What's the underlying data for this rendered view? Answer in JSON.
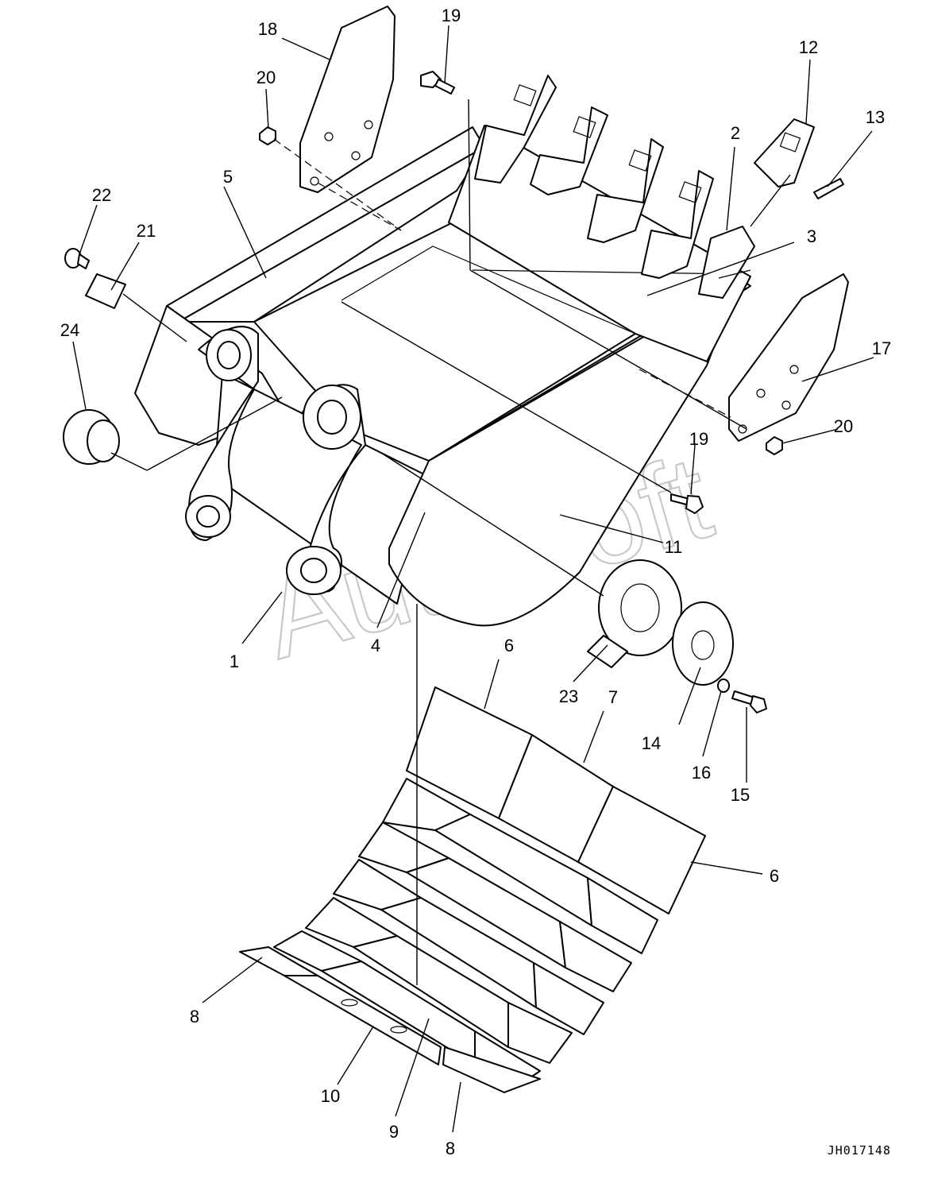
{
  "drawing": {
    "number": "JH017148",
    "watermark": "AutoSoft"
  },
  "callouts": [
    {
      "id": "c1",
      "label": "1"
    },
    {
      "id": "c2",
      "label": "2"
    },
    {
      "id": "c3",
      "label": "3"
    },
    {
      "id": "c4",
      "label": "4"
    },
    {
      "id": "c5",
      "label": "5"
    },
    {
      "id": "c6a",
      "label": "6"
    },
    {
      "id": "c6b",
      "label": "6"
    },
    {
      "id": "c7",
      "label": "7"
    },
    {
      "id": "c8a",
      "label": "8"
    },
    {
      "id": "c8b",
      "label": "8"
    },
    {
      "id": "c9",
      "label": "9"
    },
    {
      "id": "c10",
      "label": "10"
    },
    {
      "id": "c11",
      "label": "11"
    },
    {
      "id": "c12",
      "label": "12"
    },
    {
      "id": "c13",
      "label": "13"
    },
    {
      "id": "c14",
      "label": "14"
    },
    {
      "id": "c15",
      "label": "15"
    },
    {
      "id": "c16",
      "label": "16"
    },
    {
      "id": "c17",
      "label": "17"
    },
    {
      "id": "c18",
      "label": "18"
    },
    {
      "id": "c19a",
      "label": "19"
    },
    {
      "id": "c19b",
      "label": "19"
    },
    {
      "id": "c20a",
      "label": "20"
    },
    {
      "id": "c20b",
      "label": "20"
    },
    {
      "id": "c21",
      "label": "21"
    },
    {
      "id": "c22",
      "label": "22"
    },
    {
      "id": "c23",
      "label": "23"
    },
    {
      "id": "c24",
      "label": "24"
    }
  ]
}
